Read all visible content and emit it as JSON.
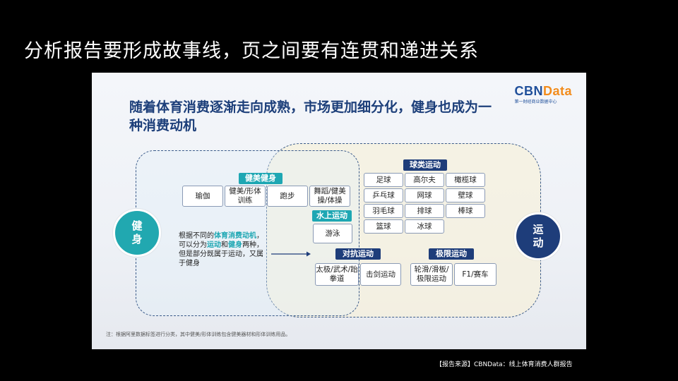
{
  "slide_title": "分析报告要形成故事线，页之间要有连贯和递进关系",
  "panel": {
    "headline": "随着体育消费逐渐走向成熟，市场更加细分化，健身也成为一种消费动机",
    "logo_cbn": "CBN",
    "logo_data": "Data",
    "logo_sub": "第一财经商业数据中心",
    "circle_left": "健身",
    "circle_right": "运动",
    "categories": {
      "fitness": "健美健身",
      "water": "水上运动",
      "ball": "球类运动",
      "combat": "对抗运动",
      "extreme": "极限运动"
    },
    "fitness_items": [
      "瑜伽",
      "健美/形体训练",
      "跑步",
      "舞蹈/健美操/体操"
    ],
    "water_items": [
      "游泳"
    ],
    "ball_items": [
      "足球",
      "高尔夫",
      "橄榄球",
      "乒乓球",
      "网球",
      "壁球",
      "羽毛球",
      "排球",
      "棒球",
      "篮球",
      "冰球"
    ],
    "combat_items": [
      "太极/武术/跆拳道",
      "击剑运动"
    ],
    "extreme_items": [
      "轮滑/滑板/极限运动",
      "F1/赛车"
    ],
    "desc_1": "根据不同的",
    "desc_hl_1": "体育消费动机",
    "desc_2": "，可以分为",
    "desc_hl_2": "运动",
    "desc_3": "和",
    "desc_hl_3": "健身",
    "desc_4": "两种，但是部分既属于运动，又属于健身",
    "note": "注：根据阿里数据标签进行分类，其中健美/形体训练包含健美器材和形体训练用品。"
  },
  "source": "【报告来源】CBNData：线上体育消费人群报告",
  "colors": {
    "teal": "#1ea7b3",
    "navy": "#1e3d7a",
    "headline": "#1d3f7a",
    "logo_orange": "#f28c1c"
  }
}
